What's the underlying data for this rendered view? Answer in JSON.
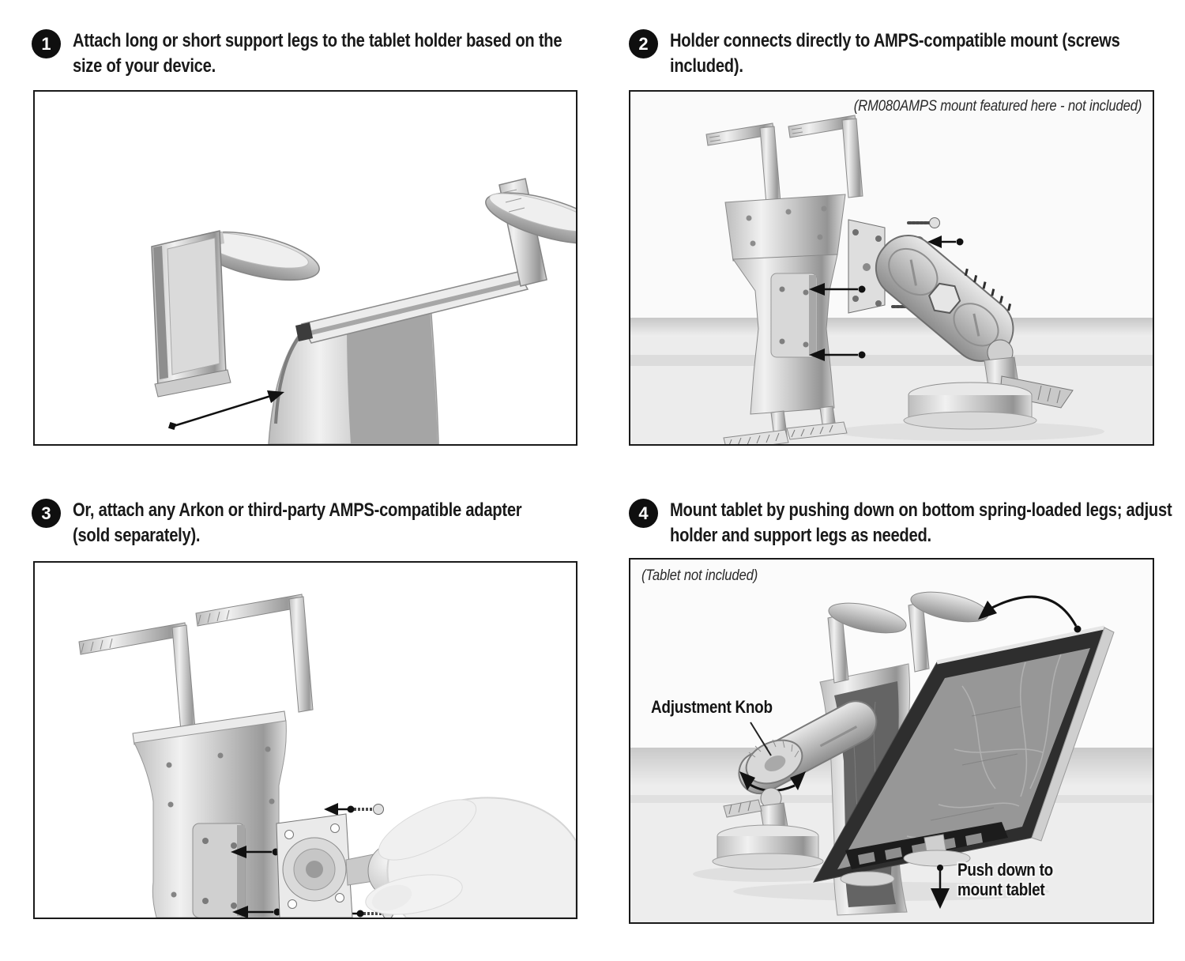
{
  "document": {
    "type": "product-assembly-instructions",
    "background": "#ffffff"
  },
  "colors": {
    "badge_bg": "#0f0f0f",
    "badge_text": "#ffffff",
    "panel_border": "#1a1a1a",
    "panel_bg_white": "#ffffff",
    "panel_bg_gray": "#f0f0f0",
    "text": "#191919",
    "annotation_arrow": "#111111"
  },
  "steps": [
    {
      "number": "1",
      "text": "Attach long or short support legs to the tablet holder based on the size of your device."
    },
    {
      "number": "2",
      "text": "Holder connects directly to AMPS-compatible mount (screws included)."
    },
    {
      "number": "3",
      "text": "Or, attach any Arkon or third-party AMPS-compatible adapter (sold separately)."
    },
    {
      "number": "4",
      "text": "Mount tablet by pushing down on bottom spring-loaded legs; adjust holder and support legs as needed."
    }
  ],
  "panels": {
    "step2_note": "(RM080AMPS mount featured here - not included)",
    "step4_note": "(Tablet not included)",
    "step4_knob_label": "Adjustment Knob",
    "step4_push_label": "Push down to mount tablet"
  },
  "icons": {
    "insert_arrow": "black leg-insertion arrow →",
    "attach_arrow": "black attach-direction arrow ◄",
    "screw": "screw with thread ⚙",
    "rotate_arrow": "curved tilt arrow ⤵",
    "knob_turn_arrows": "twin curved turn arrows ⇄",
    "push_down_arrow": "solid down arrow ▼"
  }
}
